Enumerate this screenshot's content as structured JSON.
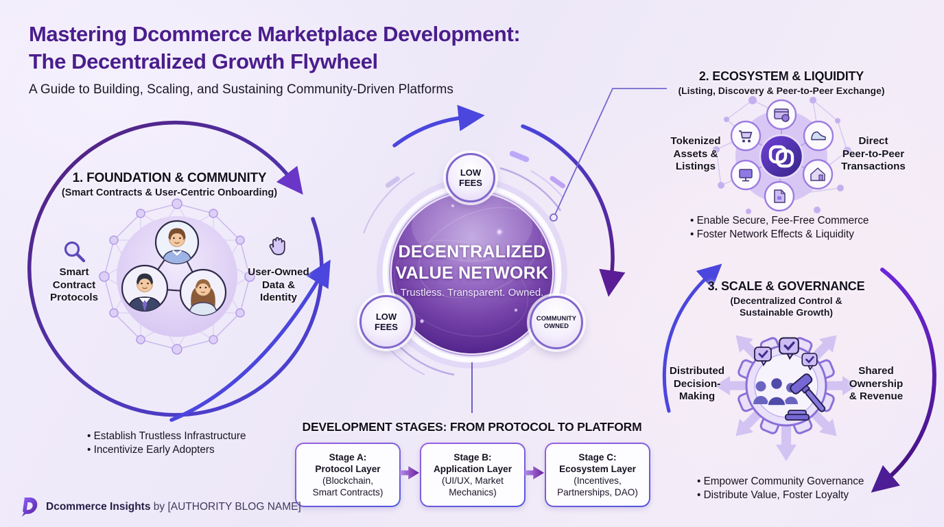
{
  "header": {
    "title": "Mastering Dcommerce Marketplace Development:\nThe Decentralized Growth Flywheel",
    "subtitle": "A Guide to Building, Scaling, and Sustaining Community-Driven Platforms"
  },
  "flywheel_center": {
    "title": "DECENTRALIZED\nVALUE NETWORK",
    "tagline": "Trustless. Transparent. Owned.",
    "badge_top": "LOW\nFEES",
    "badge_left": "LOW\nFEES",
    "badge_right": "COMMUNITY\nOWNED"
  },
  "sections": {
    "foundation": {
      "heading": "1. FOUNDATION & COMMUNITY",
      "subheading": "(Smart Contracts & User-Centric Onboarding)",
      "left_label": "Smart\nContract\nProtocols",
      "right_label": "User-Owned\nData &\nIdentity",
      "bullets": [
        "• Establish Trustless Infrastructure",
        "• Incentivize Early Adopters"
      ]
    },
    "ecosystem": {
      "heading": "2. ECOSYSTEM & LIQUIDITY",
      "subheading": "(Listing, Discovery & Peer-to-Peer Exchange)",
      "left_label": "Tokenized\nAssets &\nListings",
      "right_label": "Direct\nPeer-to-Peer\nTransactions",
      "bullets": [
        "• Enable Secure, Fee-Free Commerce",
        "• Foster Network Effects & Liquidity"
      ]
    },
    "governance": {
      "heading": "3. SCALE & GOVERNANCE",
      "subheading": "(Decentralized Control &\nSustainable Growth)",
      "left_label": "Distributed\nDecision-\nMaking",
      "right_label": "Shared\nOwnership\n& Revenue",
      "bullets": [
        "• Empower Community Governance",
        "• Distribute Value, Foster Loyalty"
      ]
    }
  },
  "stages": {
    "heading": "DEVELOPMENT STAGES: FROM PROTOCOL TO PLATFORM",
    "cards": [
      {
        "title": "Stage A:\nProtocol Layer",
        "detail": "(Blockchain,\nSmart Contracts)"
      },
      {
        "title": "Stage B:\nApplication Layer",
        "detail": "(UI/UX, Market\nMechanics)"
      },
      {
        "title": "Stage C:\nEcosystem Layer",
        "detail": "(Incentives,\nPartnerships, DAO)"
      }
    ]
  },
  "footer": {
    "brand": "Dcommerce Insights",
    "byline": "by [AUTHORITY BLOG NAME]"
  },
  "colors": {
    "title_purple": "#4a1d8c",
    "arc_blue": "#4b46dd",
    "arc_purple": "#5a1d96",
    "sphere_deep": "#401a72",
    "lavender": "#cdbcf4"
  }
}
